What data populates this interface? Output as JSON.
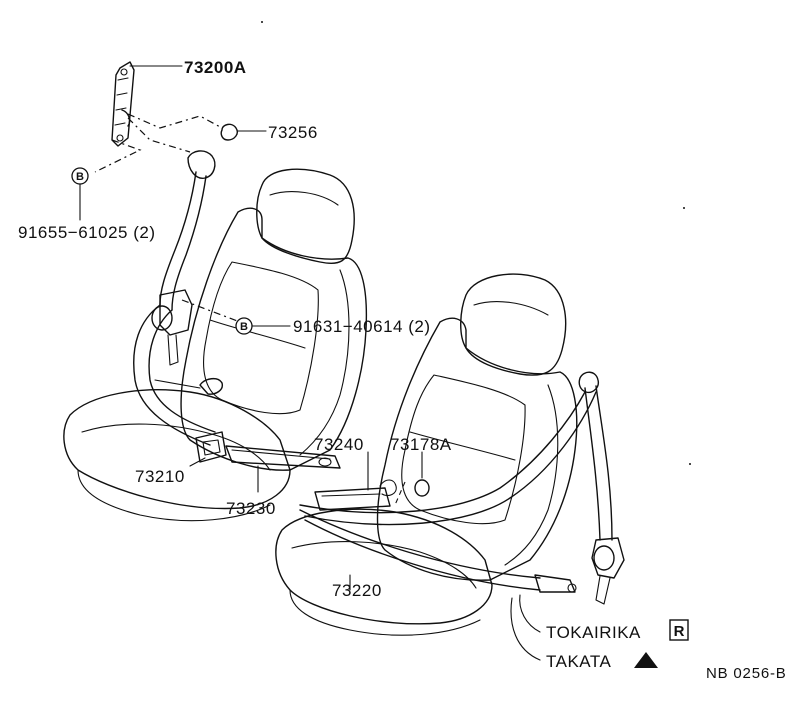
{
  "parts": {
    "p73200A": "73200A",
    "p73256": "73256",
    "p91655": "91655−61025 (2)",
    "p91631": "91631−40614 (2)",
    "p73210": "73210",
    "p73230": "73230",
    "p73240": "73240",
    "p73178A": "73178A",
    "p73220": "73220"
  },
  "callout_b": "B",
  "brands": {
    "tokairika": "TOKAIRIKA",
    "tokairika_mark": "R",
    "takata": "TAKATA"
  },
  "figure_code": "NB  0256-B"
}
